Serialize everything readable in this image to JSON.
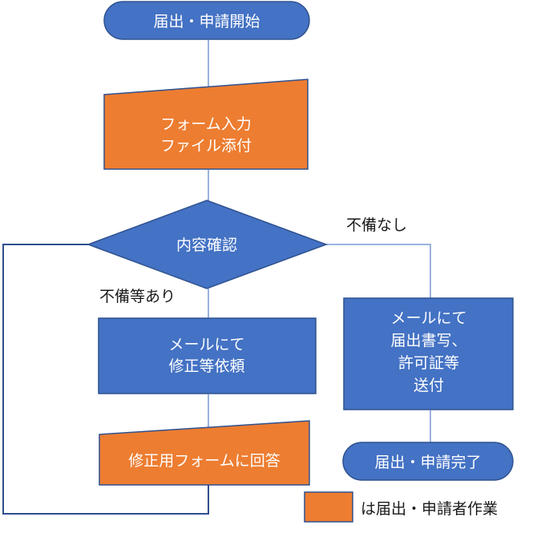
{
  "nodes": {
    "start": "届出・申請開始",
    "form_input": [
      "フォーム入力",
      "ファイル添付"
    ],
    "check": "内容確認",
    "request_fix": [
      "メールにて",
      "修正等依頼"
    ],
    "answer_form": "修正用フォームに回答",
    "send_docs": [
      "メールにて",
      "届出書写、",
      "許可証等",
      "送付"
    ],
    "end": "届出・申請完了"
  },
  "edge_labels": {
    "no_defect": "不備なし",
    "has_defect": "不備等あり"
  },
  "legend": {
    "text": "は届出・申請者作業",
    "color": "#ed7d31"
  },
  "colors": {
    "process_blue": "#4472c4",
    "applicant_orange": "#ed7d31",
    "border": "#2f528f"
  }
}
